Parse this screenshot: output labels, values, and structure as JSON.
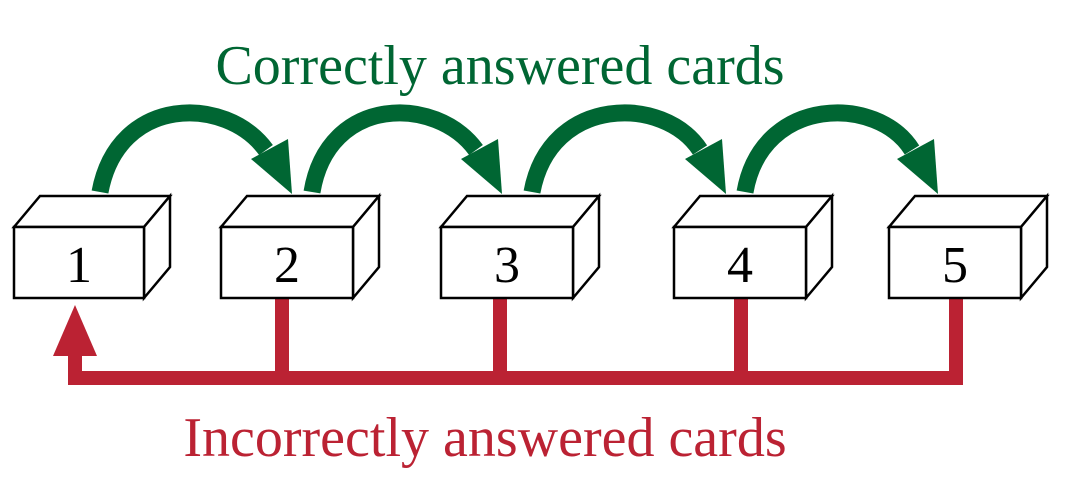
{
  "top_caption": "Correctly answered cards",
  "bottom_caption": "Incorrectly answered cards",
  "boxes": [
    "1",
    "2",
    "3",
    "4",
    "5"
  ],
  "colors": {
    "correct": "#006633",
    "incorrect": "#bb2233",
    "box_stroke": "#000000",
    "box_fill": "#ffffff"
  }
}
